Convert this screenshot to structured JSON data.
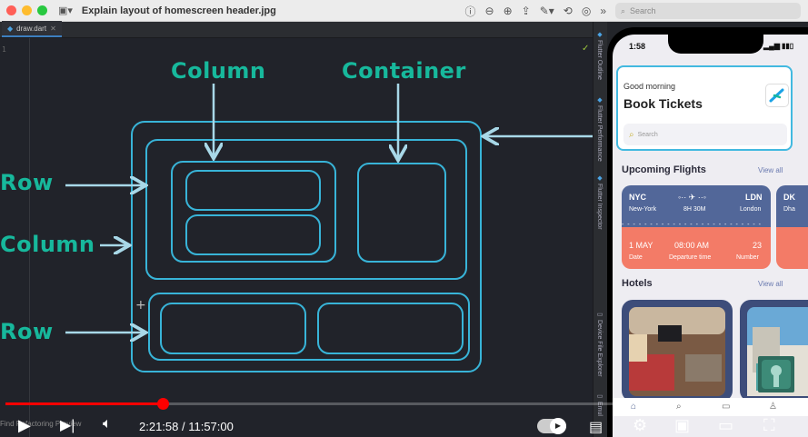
{
  "window": {
    "title": "Explain layout of homescreen header.jpg",
    "search_placeholder": "Search"
  },
  "ide": {
    "tab": "draw.dart",
    "line_number": "1",
    "side_panels": [
      "Flutter Outline",
      "Flutter Performance",
      "Flutter Inspector",
      "Device File Explorer",
      "Emul"
    ],
    "bottom_status": "Find  Refactoring  Preview"
  },
  "diagram": {
    "labels": {
      "column_top": "Column",
      "container_top": "Container",
      "row_left_1": "Row",
      "column_left": "Column",
      "row_left_2": "Row"
    },
    "colors": {
      "label": "#17b89c",
      "box": "#38b4d8",
      "arrow": "#a8d8e8"
    }
  },
  "video": {
    "time": "2:21:58 / 11:57:00",
    "progress": 0.198,
    "colors": {
      "progress": "#ff0000"
    }
  },
  "phone": {
    "time": "1:58",
    "greeting": "Good morning",
    "title": "Book Tickets",
    "search_placeholder": "Search",
    "upcoming_flights": "Upcoming Flights",
    "hotels": "Hotels",
    "view_all": "View all",
    "ticket1": {
      "from_code": "NYC",
      "from_name": "New-York",
      "duration": "8H 30M",
      "to_code": "LDN",
      "to_name": "London",
      "date": "1 MAY",
      "date_label": "Date",
      "time": "08:00 AM",
      "time_label": "Departure time",
      "number": "23",
      "number_label": "Number"
    },
    "ticket2": {
      "from_code": "DK",
      "from_name": "Dha"
    },
    "colors": {
      "ticket_top": "#526799",
      "ticket_bottom": "#f37b67",
      "highlight": "#42b9e0"
    }
  }
}
